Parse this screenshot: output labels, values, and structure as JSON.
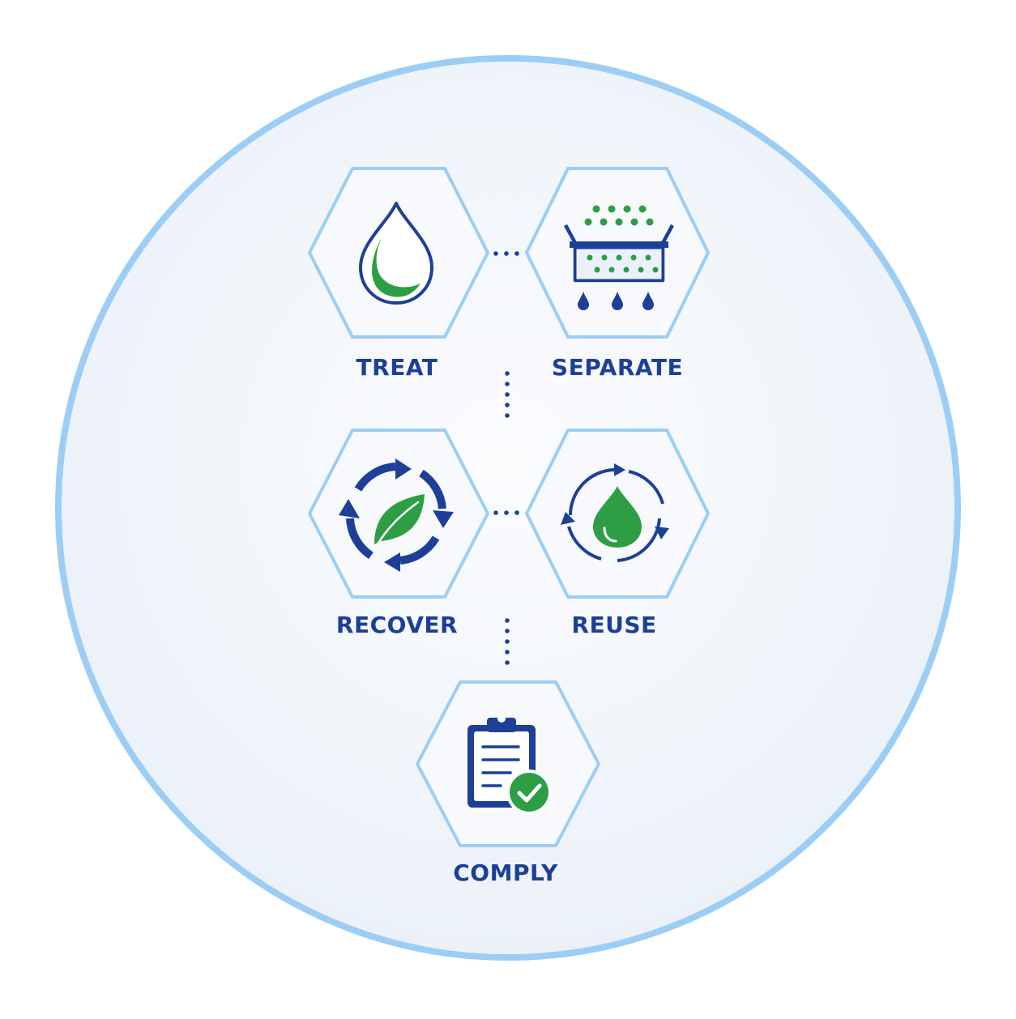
{
  "colors": {
    "primary_blue": "#1d3f98",
    "accent_green": "#2e9e44",
    "hex_stroke": "#9ccdf5",
    "circle_stroke": "#9ccdf5",
    "circle_fill": "#eef3fa"
  },
  "steps": [
    {
      "id": "treat",
      "label": "TREAT",
      "icon": "water-drop-icon"
    },
    {
      "id": "separate",
      "label": "SEPARATE",
      "icon": "filter-basin-icon"
    },
    {
      "id": "recover",
      "label": "RECOVER",
      "icon": "recycle-leaf-icon"
    },
    {
      "id": "reuse",
      "label": "REUSE",
      "icon": "water-cycle-icon"
    },
    {
      "id": "comply",
      "label": "COMPLY",
      "icon": "clipboard-check-icon"
    }
  ]
}
